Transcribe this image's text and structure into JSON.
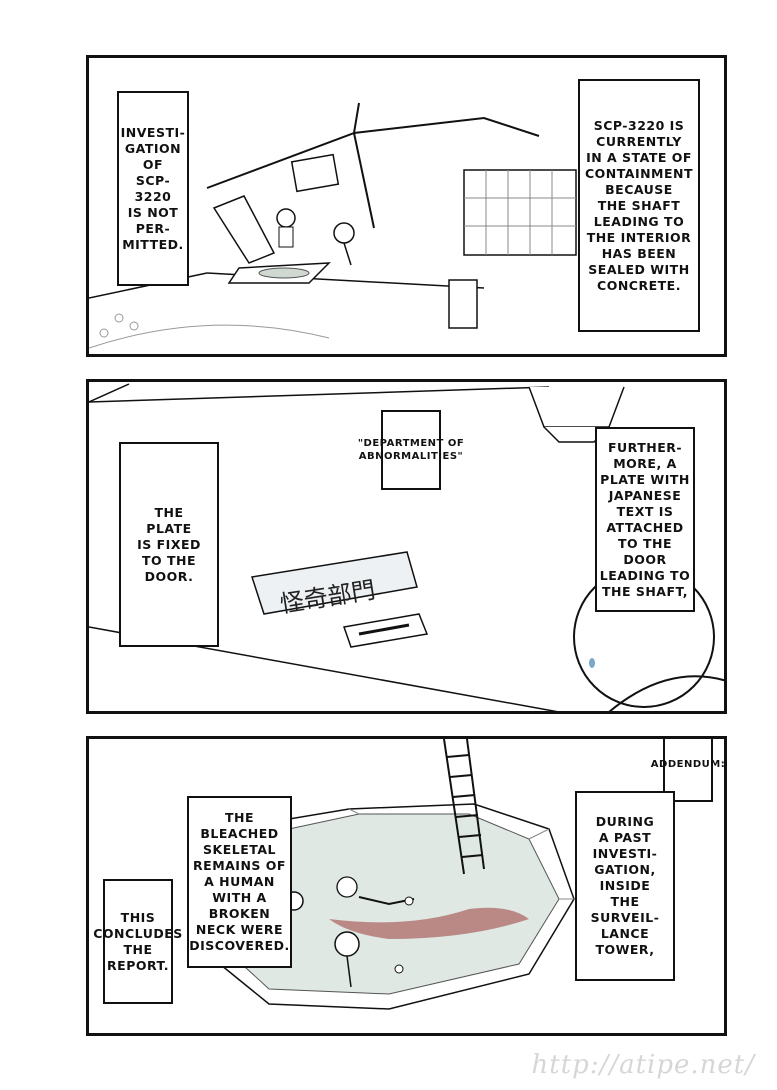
{
  "panels": [
    {
      "name": "panel-containment-room",
      "captions": [
        {
          "name": "caption-investigation-not-permitted",
          "text": "INVESTI-\nGATION OF\nSCP-3220\nIS NOT\nPER-\nMITTED."
        },
        {
          "name": "caption-containment-state",
          "text": "SCP-3220 IS\nCURRENTLY\nIN A STATE OF\nCONTAINMENT\nBECAUSE\nTHE SHAFT\nLEADING TO\nTHE INTERIOR\nHAS BEEN\nSEALED WITH\nCONCRETE."
        }
      ]
    },
    {
      "name": "panel-door-plate",
      "captions": [
        {
          "name": "caption-plate-fixed",
          "text": "THE\nPLATE\nIS FIXED\nTO THE\nDOOR."
        },
        {
          "name": "caption-department-name",
          "text": "\"DEPARTMENT OF\nABNORMALITIES\""
        },
        {
          "name": "caption-japanese-plate",
          "text": "FURTHER-\nMORE, A\nPLATE WITH\nJAPANESE\nTEXT IS\nATTACHED\nTO THE\nDOOR\nLEADING TO\nTHE SHAFT,"
        }
      ],
      "plate_text": "怪奇部門"
    },
    {
      "name": "panel-tower-interior",
      "captions": [
        {
          "name": "caption-addendum",
          "text": "ADDENDUM:"
        },
        {
          "name": "caption-past-investigation",
          "text": "DURING\nA PAST\nINVESTI-\nGATION,\nINSIDE\nTHE\nSURVEIL-\nLANCE\nTOWER,"
        },
        {
          "name": "caption-skeletal-remains",
          "text": "THE\nBLEACHED\nSKELETAL\nREMAINS OF\nA HUMAN\nWITH A\nBROKEN\nNECK WERE\nDISCOVERED."
        },
        {
          "name": "caption-report-end",
          "text": "THIS\nCONCLUDES\nTHE REPORT."
        }
      ]
    }
  ],
  "watermark": "http://atipe.net/",
  "colors": {
    "ink": "#111111",
    "floor": "#dfe8e2",
    "blood": "#9b3a3a"
  }
}
